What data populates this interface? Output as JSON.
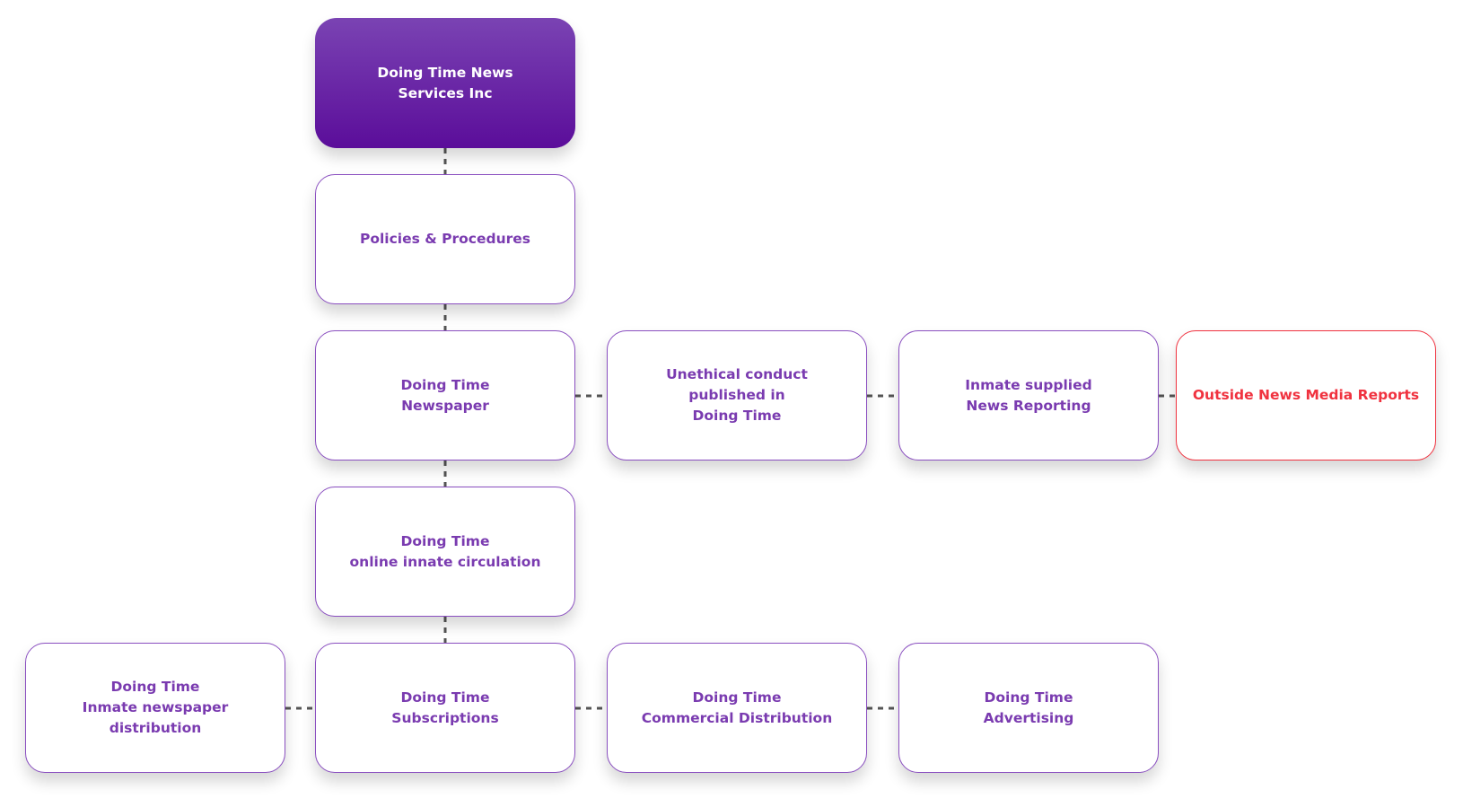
{
  "org_chart": {
    "root": {
      "label": "Doing Time News\nServices Inc"
    },
    "policies": {
      "label": "Policies & Procedures"
    },
    "newspaper": {
      "label": "Doing Time\nNewspaper"
    },
    "unethical_conduct": {
      "label": "Unethical conduct\npublished in\nDoing Time"
    },
    "inmate_reporting": {
      "label": "Inmate supplied\nNews Reporting"
    },
    "outside_media": {
      "label": "Outside News Media Reports"
    },
    "online_circulation": {
      "label": "Doing Time\nonline innate circulation"
    },
    "inmate_distribution": {
      "label": "Doing Time\nInmate newspaper\ndistribution"
    },
    "subscriptions": {
      "label": "Doing Time\nSubscriptions"
    },
    "commercial_distribution": {
      "label": "Doing Time\nCommercial Distribution"
    },
    "advertising": {
      "label": "Doing Time\nAdvertising"
    }
  },
  "colors": {
    "primary_purple": "#7a3bb0",
    "root_gradient_top": "#7a43b3",
    "root_gradient_bottom": "#5b0d9a",
    "alert_red": "#f0323f",
    "connector": "#555555"
  }
}
